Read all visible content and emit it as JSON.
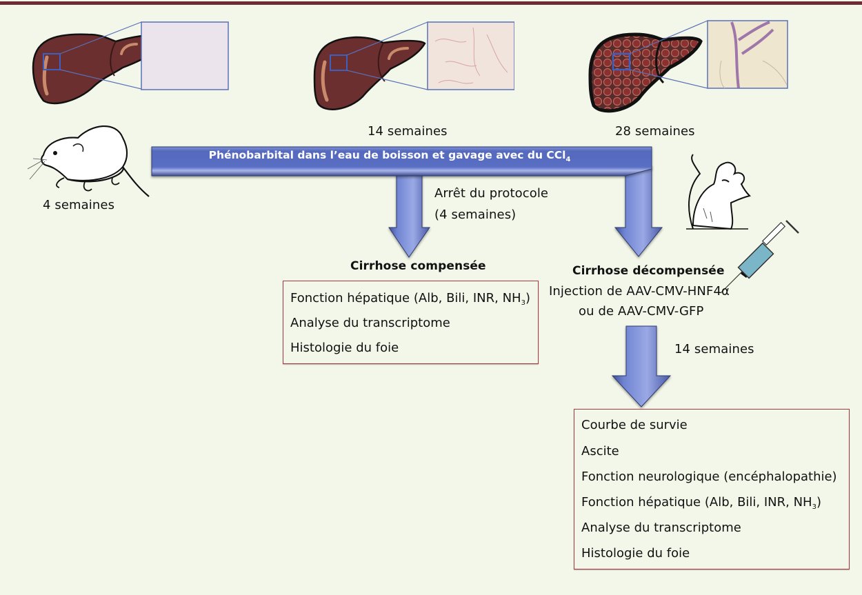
{
  "colors": {
    "background": "#f3f7e9",
    "top_bar": "#6e2a35",
    "arrow_blue": "#5b72c4",
    "box_border": "#a33a40",
    "liver": "#6b2f2f"
  },
  "stages": [
    {
      "label": "4 semaines",
      "liver_state": "normal",
      "histology": "normal"
    },
    {
      "label": "14 semaines",
      "liver_state": "fibrosis",
      "histology": "early-fibrosis"
    },
    {
      "label": "28 semaines",
      "liver_state": "cirrhosis",
      "histology": "cirrhosis"
    }
  ],
  "protocol": {
    "banner_text": "Phénobarbital dans l’eau de boisson et gavage avec du CCl",
    "banner_subscript": "4"
  },
  "branch_compensated": {
    "arrow_label_line1": "Arrêt du protocole",
    "arrow_label_line2": "(4 semaines)",
    "title": "Cirrhose compensée",
    "items": [
      {
        "text": "Fonction hépatique (Alb, Bili, INR, NH",
        "sub": "3",
        "tail": ")"
      },
      {
        "text": "Analyse du transcriptome",
        "sub": "",
        "tail": ""
      },
      {
        "text": "Histologie du foie",
        "sub": "",
        "tail": ""
      }
    ]
  },
  "branch_decompensated": {
    "title": "Cirrhose décompensée",
    "injection_line1": "Injection de AAV-CMV-HNF4α",
    "injection_line2": "ou de AAV-CMV-GFP",
    "arrow_label": "14 semaines",
    "items": [
      {
        "text": "Courbe de survie",
        "sub": "",
        "tail": ""
      },
      {
        "text": "Ascite",
        "sub": "",
        "tail": ""
      },
      {
        "text": "Fonction neurologique (encéphalopathie)",
        "sub": "",
        "tail": ""
      },
      {
        "text": "Fonction hépatique (Alb, Bili, INR, NH",
        "sub": "3",
        "tail": ")"
      },
      {
        "text": "Analyse du transcriptome",
        "sub": "",
        "tail": ""
      },
      {
        "text": "Histologie du foie",
        "sub": "",
        "tail": ""
      }
    ]
  }
}
